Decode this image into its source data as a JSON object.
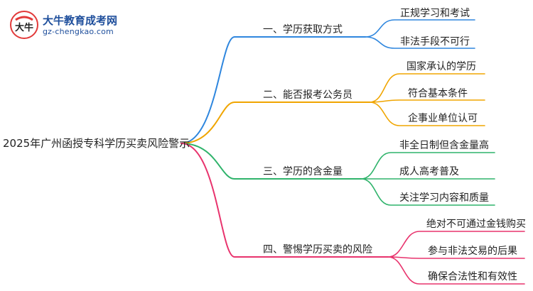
{
  "logo": {
    "title": "大牛教育成考网",
    "url": "gz-chengkao.com",
    "mark_text": "大牛"
  },
  "root": {
    "label": "2025年广州函授专科学历买卖风险警示"
  },
  "branches": [
    {
      "label": "一、学历获取方式",
      "color": "#2e86de",
      "children": [
        "正规学习和考试",
        "非法手段不可行"
      ]
    },
    {
      "label": "二、能否报考公务员",
      "color": "#f0a500",
      "children": [
        "国家承认的学历",
        "符合基本条件",
        "企事业单位认可"
      ]
    },
    {
      "label": "三、学历的含金量",
      "color": "#2fb36b",
      "children": [
        "非全日制但含金量高",
        "成人高考普及",
        "关注学习内容和质量"
      ]
    },
    {
      "label": "四、警惕学历买卖的风险",
      "color": "#e8336d",
      "children": [
        "绝对不可通过金钱购买",
        "参与非法交易的后果",
        "确保合法性和有效性"
      ]
    }
  ]
}
